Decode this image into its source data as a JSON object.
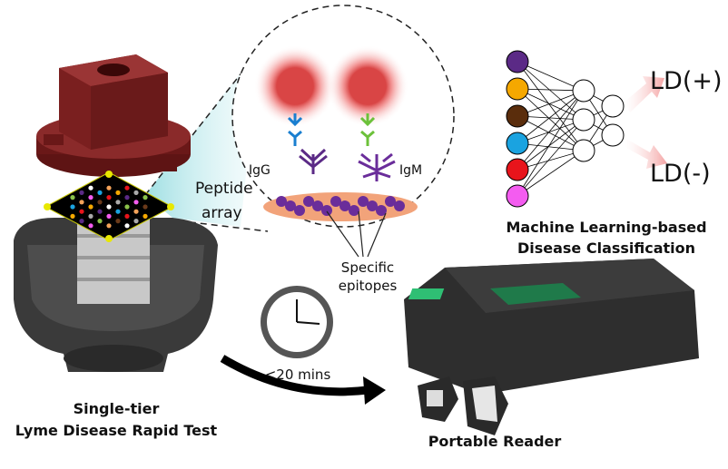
{
  "rapid_test": {
    "line1": "Single-tier",
    "line2": "Lyme Disease Rapid Test"
  },
  "peptide": {
    "line1": "Peptide",
    "line2": "array"
  },
  "antibodies": {
    "igg": "IgG",
    "igm": "IgM"
  },
  "epitopes": {
    "line1": "Specific",
    "line2": "epitopes"
  },
  "timer": {
    "label": "<20 mins"
  },
  "reader": {
    "label": "Portable Reader"
  },
  "classification": {
    "title_line1": "Machine Learning-based",
    "title_line2": "Disease Classification",
    "positive": "LD(+)",
    "negative": "LD(-)",
    "input_colors": [
      "#5b2a86",
      "#f5a800",
      "#5a2d0c",
      "#1aa3e0",
      "#e8141b",
      "#f45cf0"
    ]
  },
  "colors": {
    "cap": "#7a1f1f",
    "cartridge": "#3a3a3a",
    "sphere": "#d94545",
    "cone": "#a8e3e6",
    "arrow": "#f4a3a3",
    "epitope": "#6a2d9a",
    "substrate": "#f2a37a"
  }
}
